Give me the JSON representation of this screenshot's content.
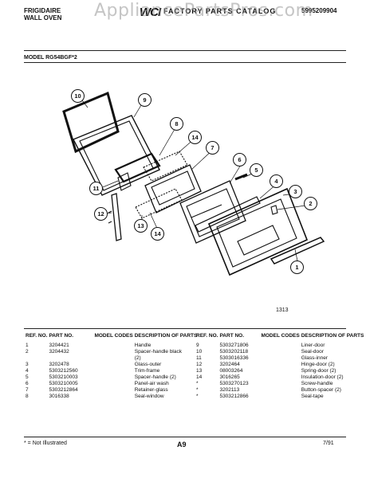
{
  "header": {
    "brand_line1": "FRIGIDAIRE",
    "brand_line2": "WALL OVEN",
    "logo_text": "WCI",
    "catalog_title": "FACTORY PARTS CATALOG",
    "catalog_number": "5995209904",
    "watermark": "AppliancePartsPros.com"
  },
  "model": "MODEL RG54BGF*2",
  "figure_number": "1313",
  "diagram_callouts": [
    "10",
    "9",
    "8",
    "14",
    "7",
    "6",
    "5",
    "4",
    "3",
    "2",
    "11",
    "12",
    "13",
    "14",
    "1"
  ],
  "table": {
    "left_headers": [
      "REF. NO.",
      "PART NO.",
      "MODEL CODES",
      "DESCRIPTION OF PARTS"
    ],
    "right_headers": [
      "REF. NO.",
      "PART NO.",
      "MODEL CODES",
      "DESCRIPTION OF PARTS"
    ],
    "left_rows": [
      {
        "ref": "1",
        "part": "3204421",
        "code": "",
        "desc": "Handle"
      },
      {
        "ref": "2",
        "part": "3204432",
        "code": "",
        "desc": "Spacer-handle black"
      },
      {
        "ref": "",
        "part": "",
        "code": "",
        "desc": "(2)"
      },
      {
        "ref": "3",
        "part": "3202478",
        "code": "",
        "desc": "Glass-outer"
      },
      {
        "ref": "4",
        "part": "5303212560",
        "code": "",
        "desc": "Trim-frame"
      },
      {
        "ref": "5",
        "part": "5303210003",
        "code": "",
        "desc": "Spacer-handle (2)"
      },
      {
        "ref": "6",
        "part": "5303210005",
        "code": "",
        "desc": "Panel-air wash"
      },
      {
        "ref": "7",
        "part": "5303212864",
        "code": "",
        "desc": "Retainer-glass"
      },
      {
        "ref": "8",
        "part": "3016338",
        "code": "",
        "desc": "Seal-window"
      }
    ],
    "right_rows": [
      {
        "ref": "9",
        "part": "5303271806",
        "code": "",
        "desc": "Liner-door"
      },
      {
        "ref": "10",
        "part": "5303202118",
        "code": "",
        "desc": "Seal-door"
      },
      {
        "ref": "11",
        "part": "5303016336",
        "code": "",
        "desc": "Glass-inner"
      },
      {
        "ref": "12",
        "part": "3202464",
        "code": "",
        "desc": "Hinge-door (2)"
      },
      {
        "ref": "13",
        "part": "08003264",
        "code": "",
        "desc": "Spring-door (2)"
      },
      {
        "ref": "14",
        "part": "3016265",
        "code": "",
        "desc": "Insulation-door (2)"
      },
      {
        "ref": "*",
        "part": "5303270123",
        "code": "",
        "desc": "Screw-handle"
      },
      {
        "ref": "*",
        "part": "3202113",
        "code": "",
        "desc": "Button-spacer (2)"
      },
      {
        "ref": "*",
        "part": "5303212866",
        "code": "",
        "desc": "Seal-tape"
      }
    ]
  },
  "footer": {
    "not_illustrated": "* = Not Illustrated",
    "page": "A9",
    "date": "7/91"
  }
}
